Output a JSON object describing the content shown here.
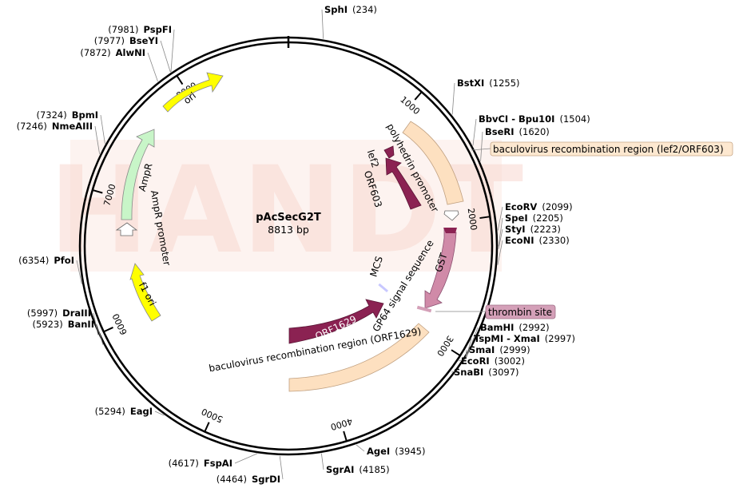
{
  "plasmid": {
    "name": "pAcSecG2T",
    "size_label": "8813 bp",
    "length": 8813,
    "watermark": "HANDT"
  },
  "ticks": [
    {
      "pos": 1000,
      "label": "1000"
    },
    {
      "pos": 2000,
      "label": "2000"
    },
    {
      "pos": 3000,
      "label": "3000"
    },
    {
      "pos": 4000,
      "label": "4000"
    },
    {
      "pos": 5000,
      "label": "5000"
    },
    {
      "pos": 6000,
      "label": "6000"
    },
    {
      "pos": 7000,
      "label": "7000"
    },
    {
      "pos": 8000,
      "label": "8000"
    }
  ],
  "sites": [
    {
      "name": "SphI",
      "pos_label": "(234)",
      "pos": 234
    },
    {
      "name": "BstXI",
      "pos_label": "(1255)",
      "pos": 1255
    },
    {
      "name": "BbvCI - Bpu10I",
      "pos_label": "(1504)",
      "pos": 1504
    },
    {
      "name": "BseRI",
      "pos_label": "(1620)",
      "pos": 1620
    },
    {
      "name": "EcoRV",
      "pos_label": "(2099)",
      "pos": 2099
    },
    {
      "name": "SpeI",
      "pos_label": "(2205)",
      "pos": 2205
    },
    {
      "name": "StyI",
      "pos_label": "(2223)",
      "pos": 2223
    },
    {
      "name": "EcoNI",
      "pos_label": "(2330)",
      "pos": 2330
    },
    {
      "name": "BamHI",
      "pos_label": "(2992)",
      "pos": 2992
    },
    {
      "name": "TspMI - XmaI",
      "pos_label": "(2997)",
      "pos": 2997
    },
    {
      "name": "SmaI",
      "pos_label": "(2999)",
      "pos": 2999
    },
    {
      "name": "EcoRI",
      "pos_label": "(3002)",
      "pos": 3002
    },
    {
      "name": "SnaBI",
      "pos_label": "(3097)",
      "pos": 3097
    },
    {
      "name": "AgeI",
      "pos_label": "(3945)",
      "pos": 3945
    },
    {
      "name": "SgrAI",
      "pos_label": "(4185)",
      "pos": 4185
    },
    {
      "name": "SgrDI",
      "pos_label": "(4464)",
      "pos": 4464
    },
    {
      "name": "FspAI",
      "pos_label": "(4617)",
      "pos": 4617
    },
    {
      "name": "EagI",
      "pos_label": "(5294)",
      "pos": 5294
    },
    {
      "name": "BanII",
      "pos_label": "(5923)",
      "pos": 5923
    },
    {
      "name": "DraIII",
      "pos_label": "(5997)",
      "pos": 5997
    },
    {
      "name": "PfoI",
      "pos_label": "(6354)",
      "pos": 6354
    },
    {
      "name": "NmeAIII",
      "pos_label": "(7246)",
      "pos": 7246
    },
    {
      "name": "BpmI",
      "pos_label": "(7324)",
      "pos": 7324
    },
    {
      "name": "AlwNI",
      "pos_label": "(7872)",
      "pos": 7872
    },
    {
      "name": "BseYI",
      "pos_label": "(7977)",
      "pos": 7977
    },
    {
      "name": "PspFI",
      "pos_label": "(7981)",
      "pos": 7981
    }
  ],
  "boxed_labels": {
    "baculo_lef2": "baculovirus recombination region (lef2/ORF603)",
    "thrombin": "thrombin site"
  },
  "features": {
    "ori": "ori",
    "ampr": "AmpR",
    "ampr_promoter": "AmpR promoter",
    "f1_ori": "f1 ori",
    "polyhedrin_promoter": "polyhedrin promoter",
    "lef2": "lef2",
    "orf603": "ORF603",
    "mcs": "MCS",
    "gp64": "GP64 signal sequence",
    "gst": "GST",
    "orf1629": "ORF1629",
    "baculo_orf1629": "baculovirus recombination region (ORF1629)"
  },
  "colors": {
    "ori": "#ffff00",
    "ampr": "#c8f5c8",
    "f1_ori": "#ffff00",
    "baculo_region": "#fde0c0",
    "orf": "#8b2252",
    "gst": "#d08aa8",
    "mcs": "#c8c8ff",
    "thrombin_box": "#d4a0b8",
    "baculo_box": "#fde8d0",
    "watermark": "#f8d8d0"
  }
}
